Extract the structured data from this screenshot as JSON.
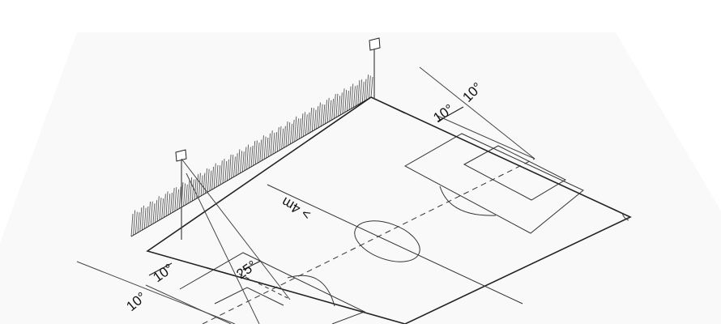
{
  "diagram": {
    "labels": {
      "distance_near_side": "> 4m",
      "angle_left_outer": "10°",
      "angle_left_inner": "10°",
      "angle_left_mast": "25°",
      "angle_right_inner": "10°",
      "angle_right_outer": "10°"
    }
  }
}
